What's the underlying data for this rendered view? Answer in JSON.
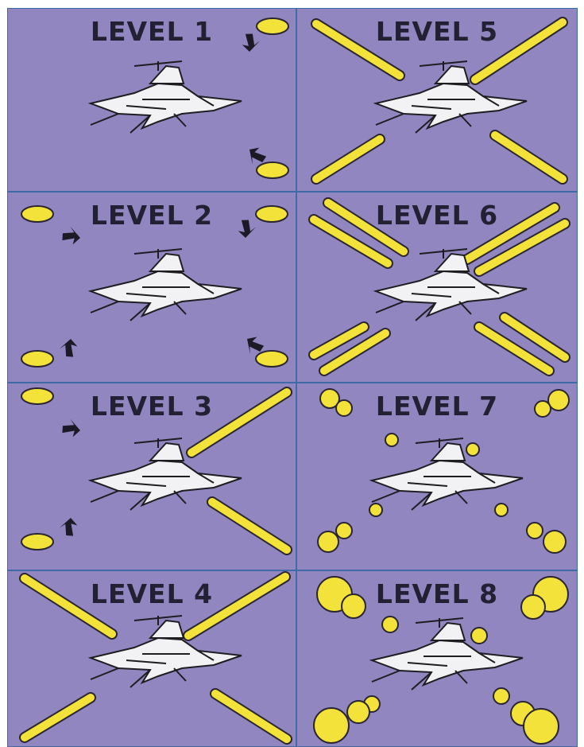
{
  "levels": [
    {
      "label": "LEVEL 1"
    },
    {
      "label": "LEVEL 5"
    },
    {
      "label": "LEVEL 2"
    },
    {
      "label": "LEVEL 6"
    },
    {
      "label": "LEVEL 3"
    },
    {
      "label": "LEVEL 7"
    },
    {
      "label": "LEVEL 4"
    },
    {
      "label": "LEVEL 8"
    }
  ],
  "colors": {
    "panel_bg": "#9286c0",
    "grid_line": "#3f6aa8",
    "shot": "#f2e23a",
    "title": "#222033"
  },
  "icons": {
    "ship": "starfighter-icon",
    "arrow": "direction-arrow-icon"
  }
}
